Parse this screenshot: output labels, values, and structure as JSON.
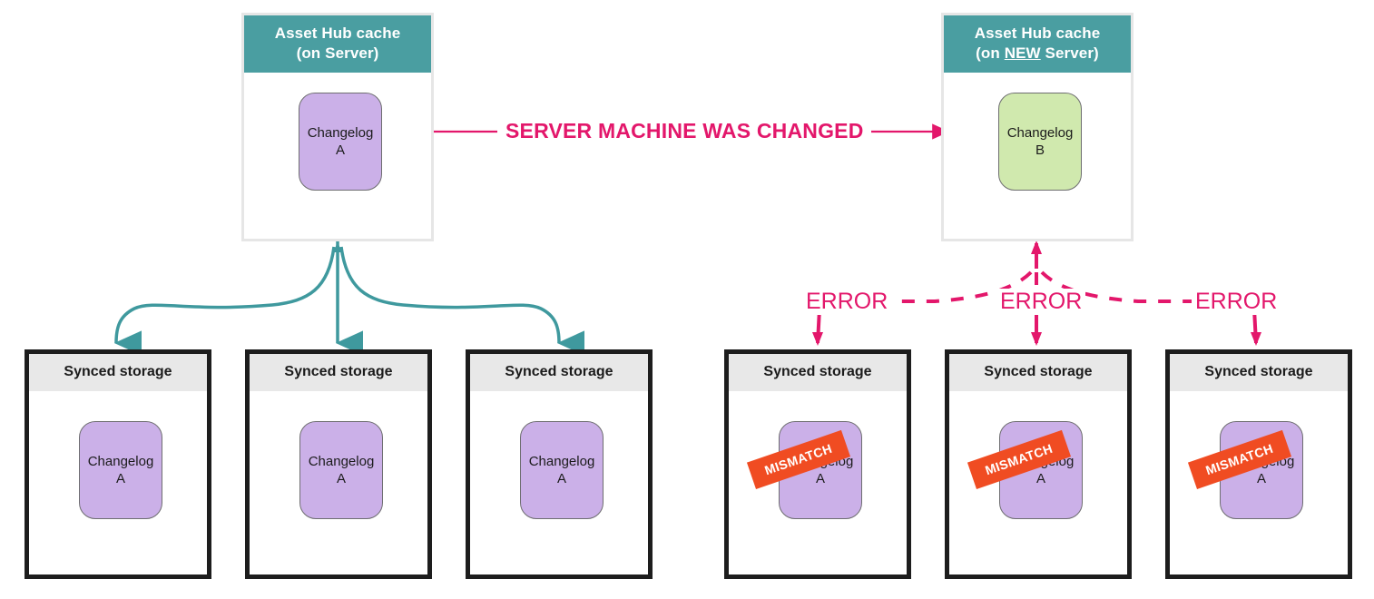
{
  "diagram": {
    "title_text": "SERVER MACHINE WAS CHANGED",
    "colors": {
      "teal_header": "#4a9ea1",
      "teal_arrow": "#3f999e",
      "pink": "#e3176b",
      "purple_fill": "#cbb0e8",
      "green_fill": "#d0e9ae",
      "mismatch_badge": "#f04c22",
      "storage_header": "#e8e8e8",
      "storage_border": "#1d1d1d",
      "hub_border": "#e6e6e6"
    }
  },
  "hubs": [
    {
      "name": "hub-old-server",
      "header_line1": "Asset Hub cache",
      "header_line2_pre": "(on ",
      "header_line2_em": "",
      "header_line2_post": "Server)",
      "changelog": {
        "line1": "Changelog",
        "line2": "A",
        "fill": "purple"
      }
    },
    {
      "name": "hub-new-server",
      "header_line1": "Asset Hub cache",
      "header_line2_pre": "(on ",
      "header_line2_em": "NEW",
      "header_line2_post": " Server)",
      "changelog": {
        "line1": "Changelog",
        "line2": "B",
        "fill": "green"
      }
    }
  ],
  "storages": [
    {
      "name": "storage-left-1",
      "header": "Synced storage",
      "changelog": {
        "line1": "Changelog",
        "line2": "A"
      },
      "badge": null
    },
    {
      "name": "storage-left-2",
      "header": "Synced storage",
      "changelog": {
        "line1": "Changelog",
        "line2": "A"
      },
      "badge": null
    },
    {
      "name": "storage-left-3",
      "header": "Synced storage",
      "changelog": {
        "line1": "Changelog",
        "line2": "A"
      },
      "badge": null
    },
    {
      "name": "storage-right-1",
      "header": "Synced storage",
      "changelog": {
        "line1": "Changelog",
        "line2": "A"
      },
      "badge": "MISMATCH"
    },
    {
      "name": "storage-right-2",
      "header": "Synced storage",
      "changelog": {
        "line1": "Changelog",
        "line2": "A"
      },
      "badge": "MISMATCH"
    },
    {
      "name": "storage-right-3",
      "header": "Synced storage",
      "changelog": {
        "line1": "Changelog",
        "line2": "A"
      },
      "badge": "MISMATCH"
    }
  ],
  "error_labels": [
    {
      "name": "error-label-left",
      "text": "ERROR"
    },
    {
      "name": "error-label-center",
      "text": "ERROR"
    },
    {
      "name": "error-label-right",
      "text": "ERROR"
    }
  ]
}
